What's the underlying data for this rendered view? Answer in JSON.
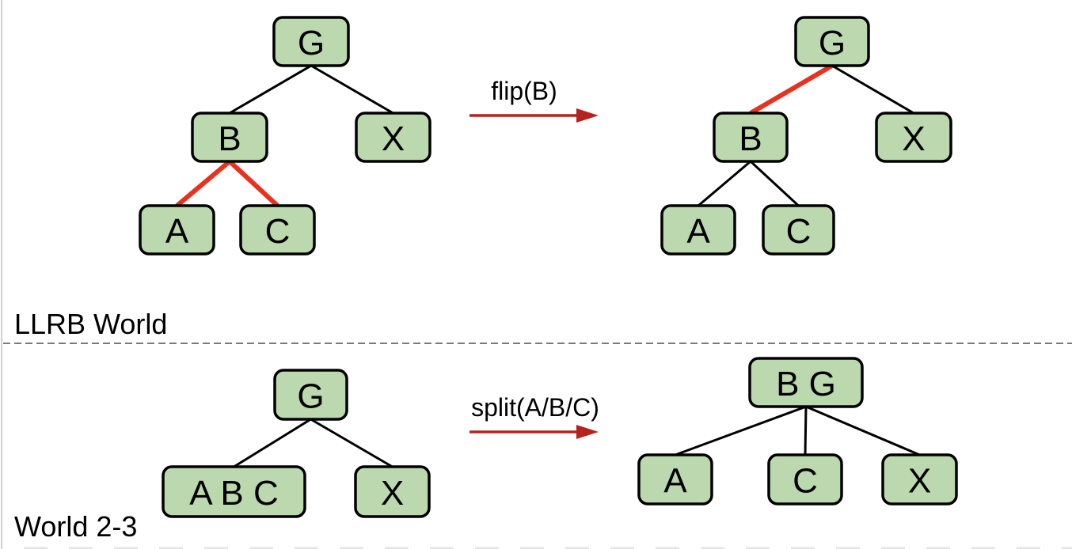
{
  "colors": {
    "node_fill": "#bcd8ae",
    "node_stroke": "#000000",
    "red_link": "#e8321f",
    "arrow": "#b5231f",
    "divider": "#7a7a7a"
  },
  "sections": [
    {
      "id": "llrb",
      "label": "LLRB World",
      "operation": "flip(B)",
      "before": {
        "nodes": [
          {
            "id": "G",
            "label": "G"
          },
          {
            "id": "B",
            "label": "B"
          },
          {
            "id": "X",
            "label": "X"
          },
          {
            "id": "A",
            "label": "A"
          },
          {
            "id": "C",
            "label": "C"
          }
        ],
        "edges": [
          {
            "from": "G",
            "to": "B",
            "color": "black"
          },
          {
            "from": "G",
            "to": "X",
            "color": "black"
          },
          {
            "from": "B",
            "to": "A",
            "color": "red"
          },
          {
            "from": "B",
            "to": "C",
            "color": "red"
          }
        ]
      },
      "after": {
        "nodes": [
          {
            "id": "G",
            "label": "G"
          },
          {
            "id": "B",
            "label": "B"
          },
          {
            "id": "X",
            "label": "X"
          },
          {
            "id": "A",
            "label": "A"
          },
          {
            "id": "C",
            "label": "C"
          }
        ],
        "edges": [
          {
            "from": "G",
            "to": "B",
            "color": "red"
          },
          {
            "from": "G",
            "to": "X",
            "color": "black"
          },
          {
            "from": "B",
            "to": "A",
            "color": "black"
          },
          {
            "from": "B",
            "to": "C",
            "color": "black"
          }
        ]
      }
    },
    {
      "id": "world23",
      "label": "World 2-3",
      "operation": "split(A/B/C)",
      "before": {
        "nodes": [
          {
            "id": "G",
            "label": "G"
          },
          {
            "id": "ABC",
            "label": "A B C"
          },
          {
            "id": "X",
            "label": "X"
          }
        ],
        "edges": [
          {
            "from": "G",
            "to": "ABC",
            "color": "black"
          },
          {
            "from": "G",
            "to": "X",
            "color": "black"
          }
        ]
      },
      "after": {
        "nodes": [
          {
            "id": "BG",
            "label": "B G"
          },
          {
            "id": "A",
            "label": "A"
          },
          {
            "id": "C",
            "label": "C"
          },
          {
            "id": "X",
            "label": "X"
          }
        ],
        "edges": [
          {
            "from": "BG",
            "to": "A",
            "color": "black"
          },
          {
            "from": "BG",
            "to": "C",
            "color": "black"
          },
          {
            "from": "BG",
            "to": "X",
            "color": "black"
          }
        ]
      }
    }
  ]
}
